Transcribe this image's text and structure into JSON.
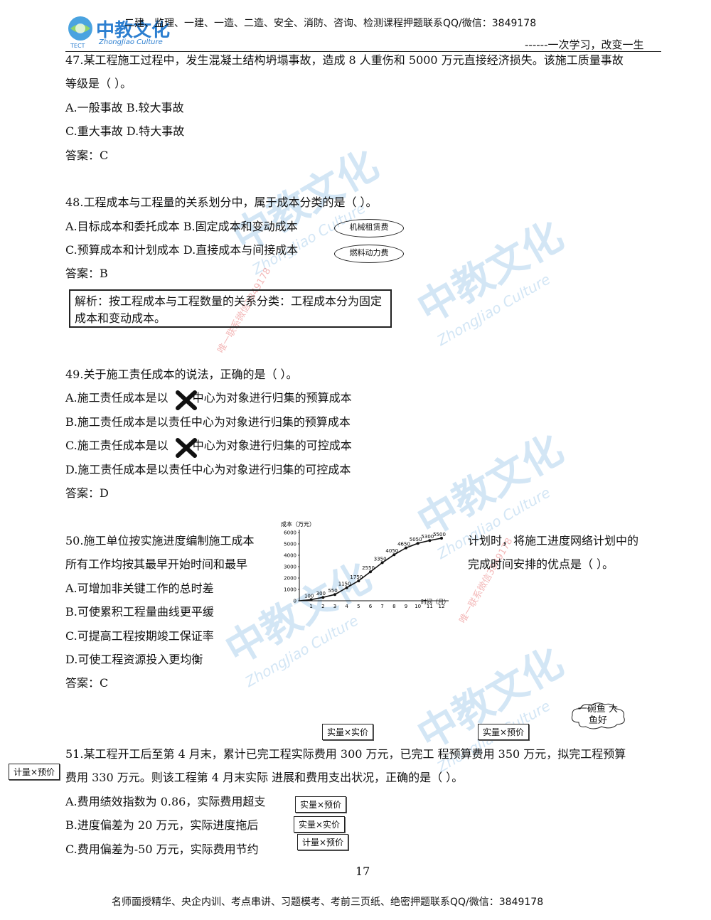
{
  "header": {
    "logo_cn": "中教文化",
    "logo_en": "ZhongJiao Culture",
    "logo_small": "TECT",
    "top_line": "二建、监理、一建、一造、二造、安全、消防、咨询、检测课程押题联系QQ/微信：3849178",
    "slogan": "------一次学习，改变一生"
  },
  "q47": {
    "line1": "47.某工程施工过程中，发生混凝土结构坍塌事故，造成 8 人重伤和 5000 万元直接经济损失。该施工质量事故",
    "line2": "等级是（    ）。",
    "opt1": "A.一般事故    B.较大事故",
    "opt2": "C.重大事故    D.特大事故",
    "answer": "答案：C"
  },
  "q48": {
    "line1": "48.工程成本与工程量的关系划分中，属于成本分类的是（    ）。",
    "opt1": "A.目标成本和委托成本 B.固定成本和变动成本",
    "opt2": "C.预算成本和计划成本 D.直接成本与间接成本",
    "oval1": "机械租赁费",
    "oval2": "燃料动力费",
    "answer": "答案：B",
    "explain": "解析：按工程成本与工程数量的关系分类：工程成本分为固定成本和变动成本。"
  },
  "q49": {
    "line1": "49.关于施工责任成本的说法，正确的是（    ）。",
    "optA_pre": "A.施工责任成本是以",
    "optA_post": "中心为对象进行归集的预算成本",
    "optB": "B.施工责任成本是以责任中心为对象进行归集的预算成本",
    "optC_pre": "C.施工责任成本是以",
    "optC_post": "中心为对象进行归集的可控成本",
    "optD": "D.施工责任成本是以责任中心为对象进行归集的可控成本",
    "answer": "答案：D"
  },
  "q50": {
    "line1a": "50.施工单位按实施进度编制施工成本",
    "line1b": "计划时，将施工进度网络计划中的",
    "line2a": "所有工作均按其最早开始时间和最早",
    "line2b": "完成时间安排的优点是（    ）。",
    "optA": "A.可增加非关键工作的总时差",
    "optB": "B.可使累积工程量曲线更平缓",
    "optC": "C.可提高工程按期竣工保证率",
    "optD": "D.可使工程资源投入更均衡",
    "answer": "答案：C"
  },
  "chart_data": {
    "type": "line",
    "ylabel": "成本（万元）",
    "xlabel": "时间（月）",
    "x": [
      1,
      2,
      3,
      4,
      5,
      6,
      7,
      8,
      9,
      10,
      11,
      12
    ],
    "values": [
      100,
      300,
      550,
      1150,
      1750,
      2550,
      3350,
      4050,
      4650,
      5050,
      5300,
      5500
    ],
    "ylim": [
      0,
      6000
    ],
    "yticks": [
      0,
      1000,
      2000,
      3000,
      4000,
      5000,
      6000
    ],
    "xlim": [
      0,
      12
    ],
    "grid": false
  },
  "q51": {
    "line1": "51.某工程开工后至第 4 月末，累计已完工程实际费用 300 万元，已完工  程预算费用 350 万元，拟完工程预算",
    "line2": "费用 330 万元。则该工程第 4 月末实际  进展和费用支出状况，正确的是（    ）。",
    "optA": "A.费用绩效指数为 0.86，实际费用超支",
    "optB": "B.进度偏差为 20 万元，实际进度拖后",
    "optC": "C.费用偏差为-50 万元，实际费用节约",
    "tag1": "实量×实价",
    "tag2": "实量×预价",
    "tag3": "计量×预价",
    "tagA": "实量×预价",
    "tagB": "实量×实价",
    "tagC": "计量×预价",
    "cloud": "一碗鱼 大鱼好"
  },
  "watermark": {
    "cn": "中教文化",
    "en": "ZhongJiao Culture",
    "red": "唯一联系微信3849178"
  },
  "page_number": "17",
  "footer": "名师面授精华、央企内训、考点串讲、习题模考、考前三页纸、绝密押题联系QQ/微信：3849178",
  "colors": {
    "watermark_blue": "#3b8fd6",
    "watermark_red": "#dd3333"
  }
}
